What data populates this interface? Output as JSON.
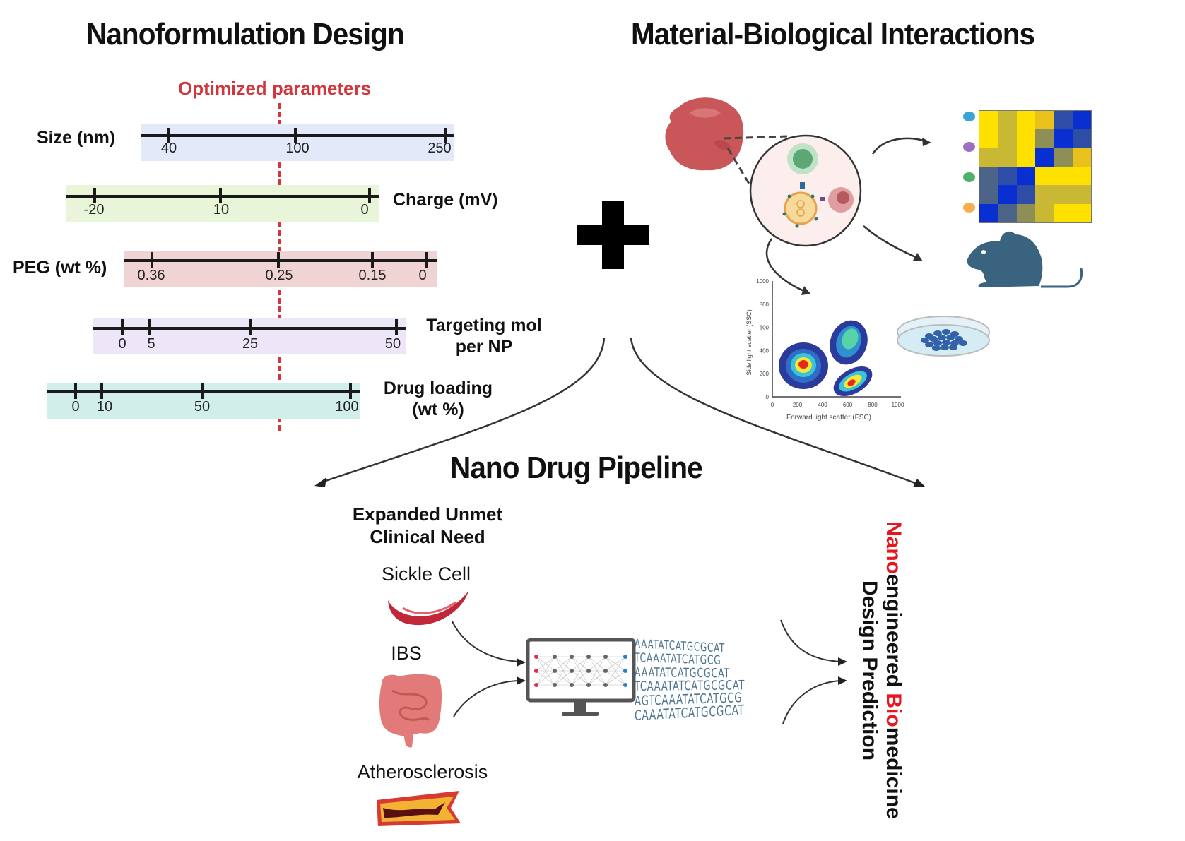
{
  "headings": {
    "nanoformulation": "Nanoformulation Design",
    "interactions": "Material-Biological Interactions",
    "pipeline": "Nano Drug Pipeline"
  },
  "optimized_label": "Optimized parameters",
  "colors": {
    "optimized_line": "#d0363a",
    "size_band": "#e3e9f8",
    "charge_band": "#e9f5d9",
    "peg_band": "#f0d4d4",
    "targeting_band": "#ece6f8",
    "drug_band": "#d2eeea",
    "accent_red": "#e8141e",
    "mouse": "#3a6380",
    "dna_text": "#4d7591"
  },
  "parameters": [
    {
      "label": "Size (nm)",
      "ticks": [
        "40",
        "100",
        "250"
      ]
    },
    {
      "label": "Charge (mV)",
      "ticks": [
        "-20",
        "10",
        "0"
      ]
    },
    {
      "label": "PEG (wt %)",
      "ticks": [
        "0.36",
        "0.25",
        "0.15",
        "0"
      ]
    },
    {
      "label_line1": "Targeting mol",
      "label_line2": "per NP",
      "ticks": [
        "0",
        "5",
        "25",
        "50"
      ]
    },
    {
      "label_line1": "Drug loading",
      "label_line2": "(wt %)",
      "ticks": [
        "0",
        "10",
        "50",
        "100"
      ]
    }
  ],
  "icons": {
    "plus": "plus-icon",
    "tumor": "tumor-icon",
    "nanoparticle_circle": "nanoparticle-interaction-icon",
    "heatmap": "correlation-heatmap-icon",
    "mouse": "mouse-icon",
    "petri_dish": "petri-dish-icon",
    "flow_plot": "flow-cytometry-plot-icon",
    "sickle_cell": "sickle-cell-icon",
    "intestine": "intestine-icon",
    "artery": "artery-plaque-icon",
    "computer": "neural-network-computer-icon",
    "dna": "dna-sequence-icon"
  },
  "flow_plot": {
    "xlabel": "Forward light scatter (FSC)",
    "ylabel": "Side light scatter (SSC)",
    "x_ticks": [
      "0",
      "200",
      "400",
      "600",
      "800",
      "1000"
    ],
    "y_ticks": [
      "0",
      "200",
      "400",
      "600",
      "800",
      "1000"
    ]
  },
  "heatmap": {
    "row_markers": [
      "#3aa3d8",
      "#9b6fc4",
      "#4fb06a",
      "#f2b04e"
    ]
  },
  "clinical_need": {
    "title_line1": "Expanded Unmet",
    "title_line2": "Clinical Need",
    "diseases": [
      "Sickle Cell",
      "IBS",
      "Atherosclerosis"
    ]
  },
  "dna_lines": [
    "AAATATCATGCGCAT",
    "TCAAATATCATGCG",
    "AAATATCATGCGCAT",
    "TCAAATATCATGCGCAT",
    "AGTCAAATATCATGCG",
    "CAAATATCATGCGCAT"
  ],
  "output_label": {
    "line1_part1": "Nano",
    "line1_part2": "engineered ",
    "line1_part3": "Bio",
    "line1_part4": "medicine",
    "line2": "Design Prediction"
  }
}
